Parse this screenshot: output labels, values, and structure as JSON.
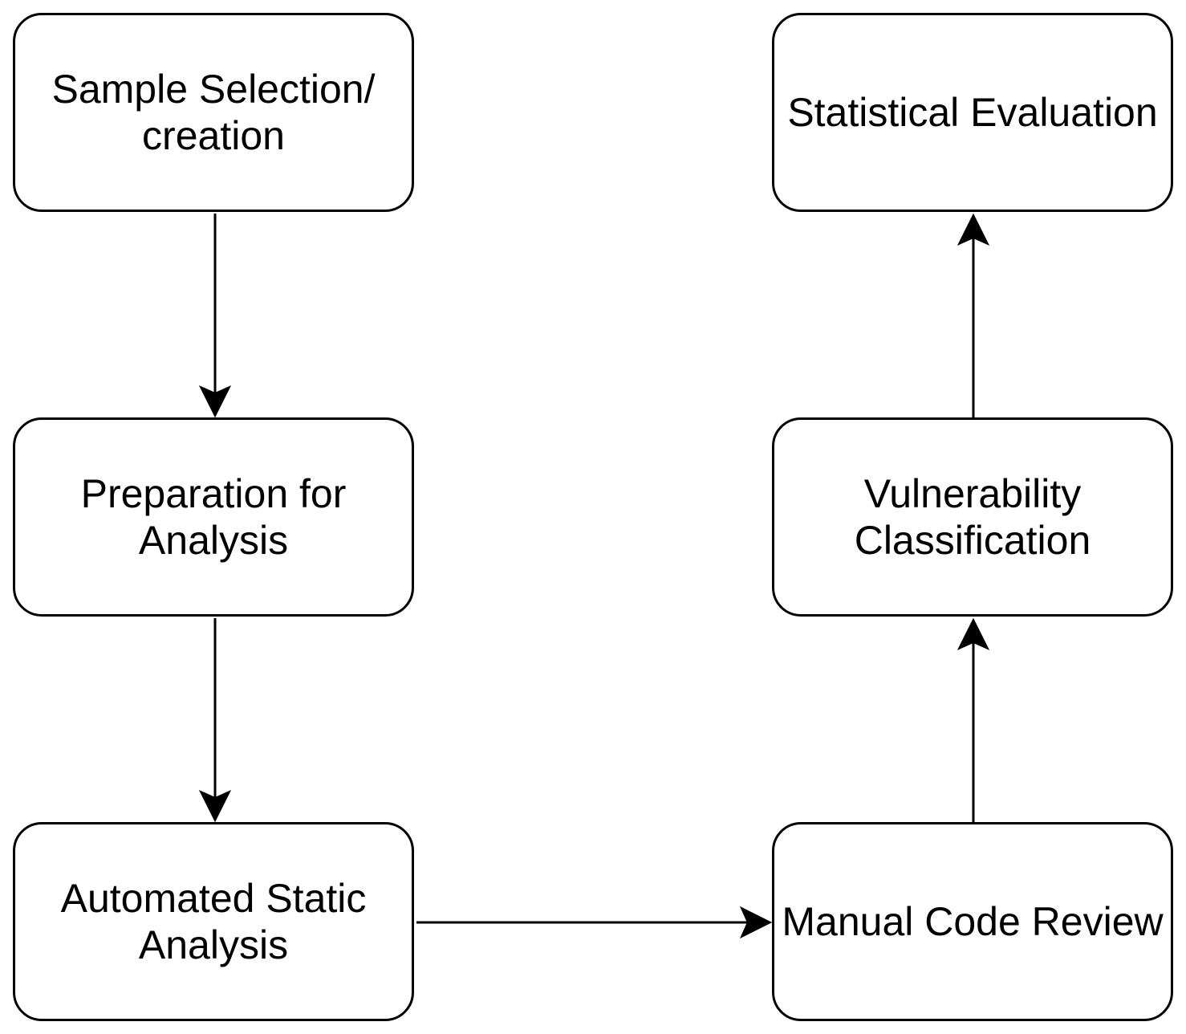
{
  "nodes": {
    "sample_selection": {
      "line1": "Sample Selection/",
      "line2": "creation"
    },
    "preparation": {
      "line1": "Preparation for",
      "line2": "Analysis"
    },
    "automated_static": {
      "line1": "Automated Static",
      "line2": "Analysis"
    },
    "manual_review": {
      "line1": "Manual Code Review"
    },
    "vulnerability": {
      "line1": "Vulnerability",
      "line2": "Classification"
    },
    "statistical": {
      "line1": "Statistical Evaluation"
    }
  },
  "edges": [
    {
      "from": "sample_selection",
      "to": "preparation"
    },
    {
      "from": "preparation",
      "to": "automated_static"
    },
    {
      "from": "automated_static",
      "to": "manual_review"
    },
    {
      "from": "manual_review",
      "to": "vulnerability"
    },
    {
      "from": "vulnerability",
      "to": "statistical"
    }
  ],
  "colors": {
    "stroke": "#000000",
    "fill": "#ffffff",
    "text": "#000000"
  }
}
